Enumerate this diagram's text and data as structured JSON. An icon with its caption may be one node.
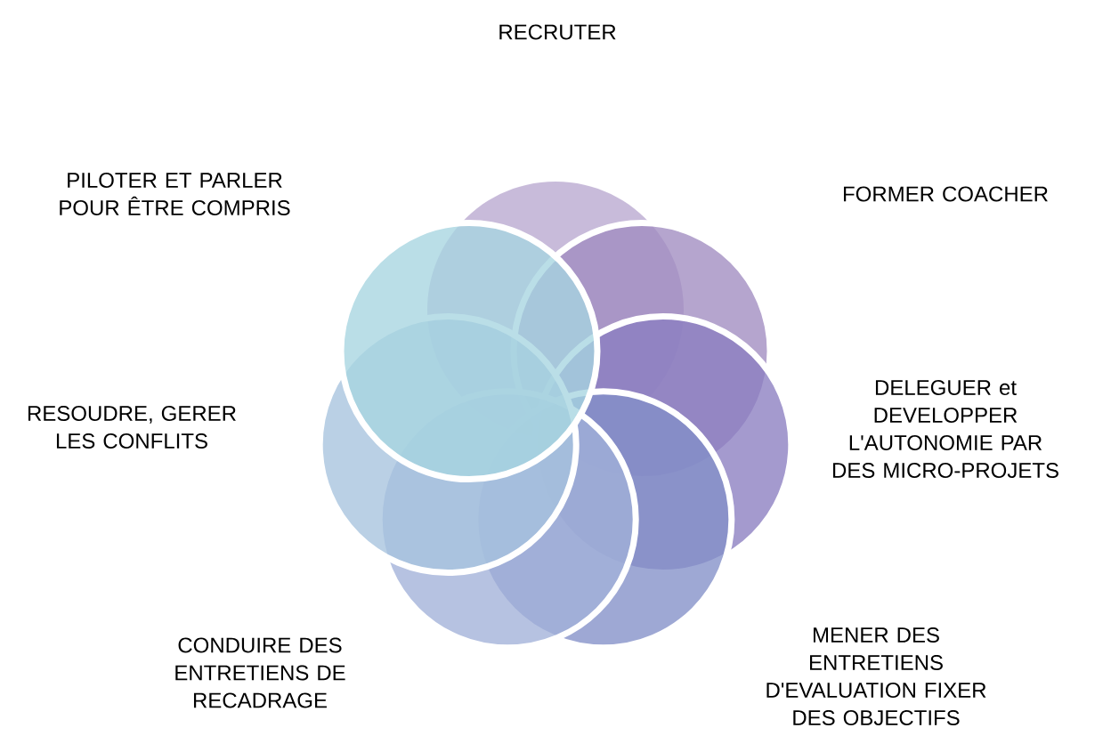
{
  "diagram": {
    "labels": [
      "RECRUTER",
      "PILOTER ET PARLER POUR ÊTRE COMPRIS",
      "FORMER COACHER",
      "DELEGUER et DEVELOPPER L'AUTONOMIE PAR DES MICRO-PROJETS",
      "RESOUDRE, GERER LES CONFLITS",
      "MENER DES ENTRETIENS D'EVALUATION FIXER DES OBJECTIFS",
      "CONDUIRE DES ENTRETIENS DE RECADRAGE"
    ]
  }
}
